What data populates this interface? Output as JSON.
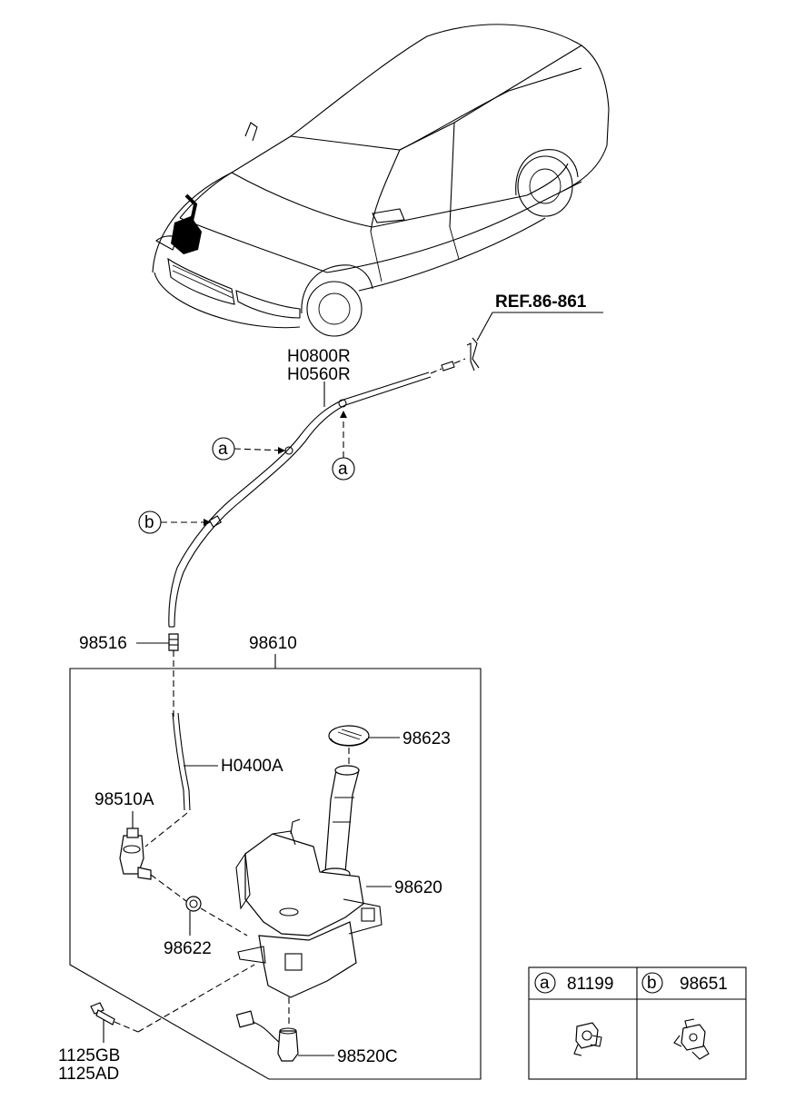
{
  "reference": {
    "label": "REF.86-861"
  },
  "hose_labels": {
    "upper": "H0800R",
    "lower": "H0560R",
    "inner": "H0400A"
  },
  "callouts": {
    "a": "a",
    "b": "b"
  },
  "parts": {
    "check_valve": "98516",
    "reservoir_assy": "98610",
    "cap": "98623",
    "pump": "98510A",
    "reservoir": "98620",
    "grommet": "98622",
    "bolt_1": "1125GB",
    "bolt_2": "1125AD",
    "level_sensor": "98520C"
  },
  "legend": {
    "cells": [
      {
        "key": "a",
        "part_no": "81199",
        "icon": "clip-icon"
      },
      {
        "key": "b",
        "part_no": "98651",
        "icon": "bracket-icon"
      }
    ]
  }
}
